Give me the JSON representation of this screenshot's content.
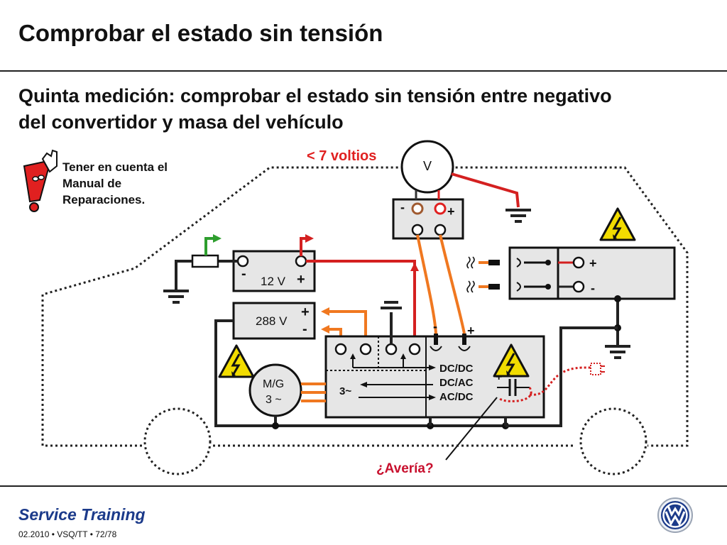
{
  "header": {
    "title": "Comprobar el estado sin tensión"
  },
  "subtitle": {
    "line1": "Quinta medición: comprobar el estado sin tensión entre negativo",
    "line2": "del convertidor y masa del vehículo"
  },
  "note": {
    "line1": "Tener en cuenta el",
    "line2": "Manual de",
    "line3": "Reparaciones."
  },
  "diagram": {
    "voltage_limit": "< 7 voltios",
    "meter_symbol": "V",
    "meter_minus": "-",
    "meter_plus": "+",
    "battery_12v": {
      "label": "12 V",
      "minus": "-",
      "plus": "+"
    },
    "battery_288v": {
      "label": "288 V",
      "plus": "+",
      "minus": "-"
    },
    "motor": {
      "line1": "M/G",
      "line2": "3 ~"
    },
    "converter": {
      "phase_label": "3~",
      "func1": "DC/DC",
      "func2": "DC/AC",
      "func3": "AC/DC",
      "cap_plus": "+",
      "cap_minus": "-",
      "term_minus": "-",
      "term_plus": "+"
    },
    "plug": {
      "plus": "+",
      "minus": "-"
    },
    "fault_label": "¿Avería?"
  },
  "footer": {
    "brand": "Service Training",
    "info": "02.2010 • VSQ/TT • 72/78"
  },
  "colors": {
    "red_wire": "#d42020",
    "orange_wire": "#f07820",
    "green": "#2e9e2e",
    "box_fill": "#e6e6e6",
    "brand_blue": "#1b3a8a",
    "warning_yellow": "#f2dc00",
    "fault_red": "#c8102e"
  },
  "icons": [
    "exclamation-figure-icon",
    "high-voltage-warning-icon",
    "ground-symbol-icon",
    "vw-logo-icon"
  ]
}
